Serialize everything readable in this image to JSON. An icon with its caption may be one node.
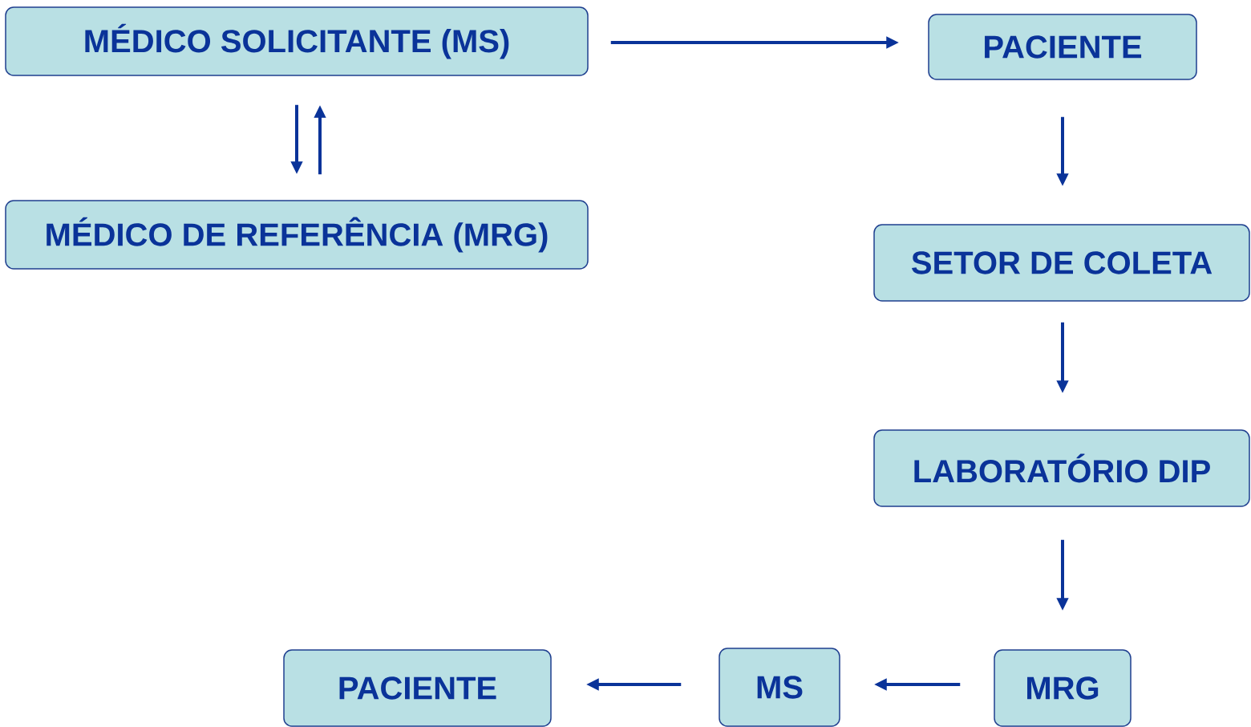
{
  "diagram": {
    "nodes": [
      {
        "text": [
          "MÉDICO SOLICITANTE (MS)"
        ]
      },
      {
        "text": [
          "PACIENTE"
        ]
      },
      {
        "text": [
          "MÉDICO DE REFERÊNCIA (MRG)"
        ]
      },
      {
        "text": [
          "SETOR DE COLETA"
        ]
      },
      {
        "text": [
          "LABORATÓRIO DIP"
        ]
      },
      {
        "text": [
          "MRG"
        ]
      },
      {
        "text": [
          "MS"
        ]
      },
      {
        "text": [
          "PACIENTE"
        ]
      }
    ],
    "edges": [
      {
        "from": 0,
        "to": 1,
        "arrow": "to"
      },
      {
        "from": 0,
        "to": 2,
        "arrow": "to"
      },
      {
        "from": 2,
        "to": 0,
        "arrow": "to"
      },
      {
        "from": 1,
        "to": 3,
        "arrow": "to"
      },
      {
        "from": 3,
        "to": 4,
        "arrow": "to"
      },
      {
        "from": 4,
        "to": 5,
        "arrow": "to"
      },
      {
        "from": 5,
        "to": 6,
        "arrow": "to"
      },
      {
        "from": 6,
        "to": 7,
        "arrow": "to"
      }
    ]
  }
}
